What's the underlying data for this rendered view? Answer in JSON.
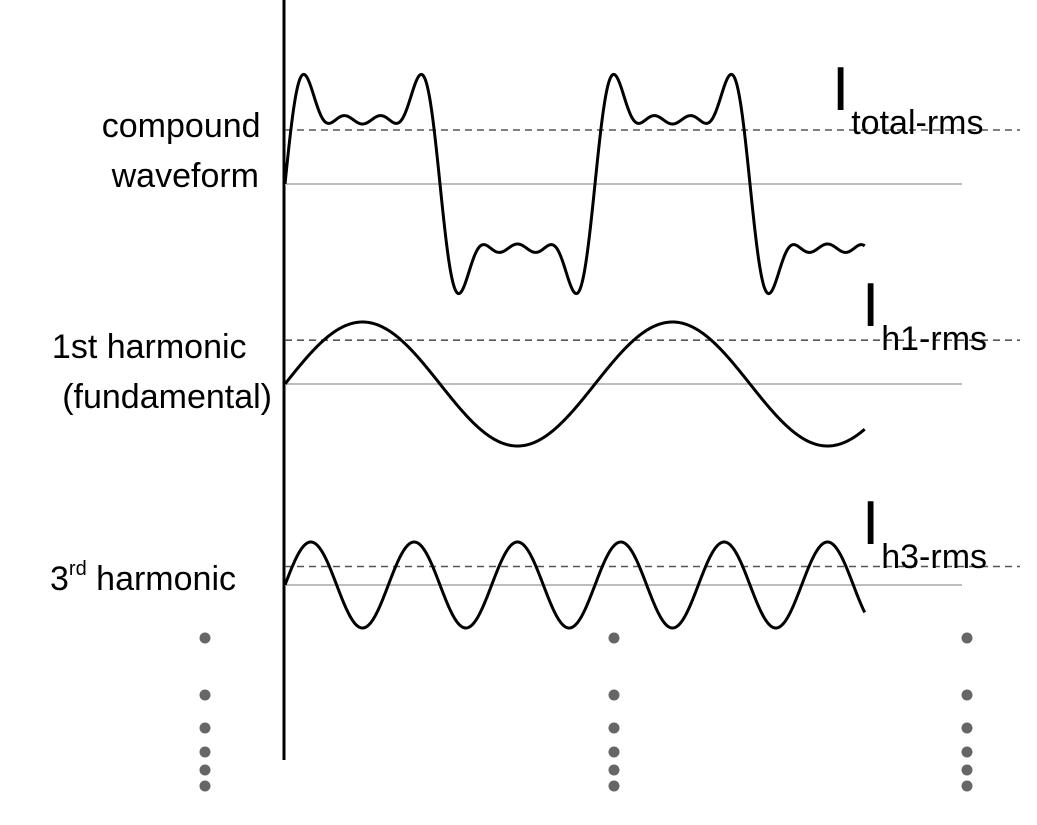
{
  "rows": [
    {
      "id": "compound",
      "label_lines": [
        "compound",
        "waveform"
      ],
      "rms_symbol": "I",
      "rms_subscript": "total-rms",
      "rms_fraction": 0.36,
      "components": [
        {
          "harmonic": 1,
          "amplitude": 0.6,
          "phase": 0
        },
        {
          "harmonic": 3,
          "amplitude": 0.3,
          "phase": 0
        },
        {
          "harmonic": 5,
          "amplitude": 0.2,
          "phase": 0
        },
        {
          "harmonic": 7,
          "amplitude": 0.1,
          "phase": 0
        }
      ],
      "cycles": 1.87
    },
    {
      "id": "h1",
      "label_lines": [
        "1st harmonic",
        "(fundamental)"
      ],
      "rms_symbol": "I",
      "rms_subscript": "h1-rms",
      "rms_fraction": 0.707,
      "components": [
        {
          "harmonic": 1,
          "amplitude": 1.0,
          "phase": 0
        }
      ],
      "cycles": 1.87
    },
    {
      "id": "h3",
      "label_main": "3",
      "label_sup": "rd",
      "label_rest": " harmonic",
      "rms_symbol": "I",
      "rms_subscript": "h3-rms",
      "rms_fraction": 0.43,
      "components": [
        {
          "harmonic": 3,
          "amplitude": 1.0,
          "phase": 0
        }
      ],
      "cycles": 1.87
    }
  ],
  "continuation_dots": [
    5,
    5,
    5
  ],
  "colors": {
    "waveform": "#000000",
    "axis": "#000000",
    "baseline": "#bdbdbd",
    "rms_dash": "#555555",
    "dots": "#666666"
  }
}
